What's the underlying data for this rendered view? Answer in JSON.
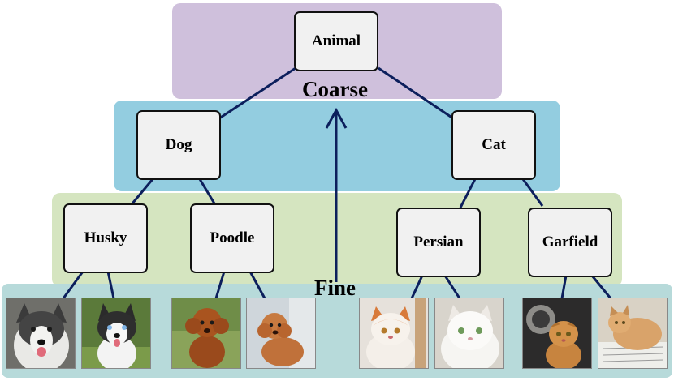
{
  "tree": {
    "root": "Animal",
    "level2": [
      "Dog",
      "Cat"
    ],
    "level3": [
      "Husky",
      "Poodle",
      "Persian",
      "Garfield"
    ]
  },
  "labels": {
    "coarse": "Coarse",
    "fine": "Fine"
  },
  "photos": [
    {
      "breed": "Husky",
      "subject": "alaskan-malamute"
    },
    {
      "breed": "Husky",
      "subject": "husky-puppy"
    },
    {
      "breed": "Poodle",
      "subject": "brown-poodle-standing"
    },
    {
      "breed": "Poodle",
      "subject": "brown-poodle-sitting"
    },
    {
      "breed": "Persian",
      "subject": "orange-white-persian"
    },
    {
      "breed": "Persian",
      "subject": "white-persian"
    },
    {
      "breed": "Garfield",
      "subject": "orange-fold-cat"
    },
    {
      "breed": "Garfield",
      "subject": "orange-cat-on-newspaper"
    }
  ],
  "colors": {
    "coarse_band": "#cfc0dc",
    "mid_band": "#93cde0",
    "fine_upper_band": "#d5e5c0",
    "fine_lower_band": "#b7dada",
    "edge": "#0c1f5c"
  }
}
